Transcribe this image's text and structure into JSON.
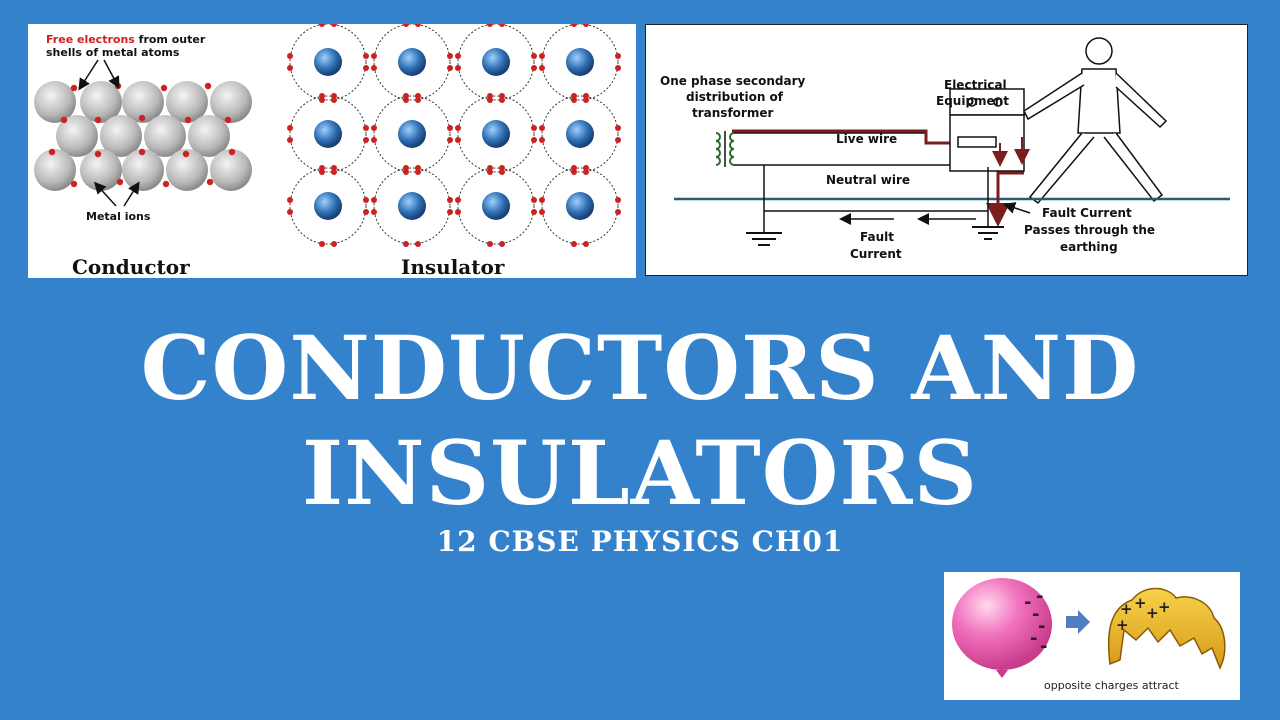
{
  "left_figure": {
    "free_electrons_red": "Free electrons",
    "free_electrons_rest": " from outer",
    "free_electrons_line2": "shells of metal atoms",
    "metal_ions": "Metal ions",
    "conductor": "Conductor",
    "insulator": "Insulator"
  },
  "right_figure": {
    "transformer_line1": "One phase secondary",
    "transformer_line2": "distribution of",
    "transformer_line3": "transformer",
    "equipment_line1": "Electrical",
    "equipment_line2": "Equipment",
    "live_wire": "Live wire",
    "neutral_wire": "Neutral wire",
    "fault_current_line1": "Fault",
    "fault_current_line2": "Current",
    "fault_earth_line1": "Fault Current",
    "fault_earth_line2": "Passes through the",
    "fault_earth_line3": "earthing"
  },
  "balloon_figure": {
    "caption": "opposite charges attract"
  },
  "title": {
    "line1": "CONDUCTORS AND",
    "line2": "INSULATORS",
    "subtitle": "12 CBSE PHYSICS CH01"
  },
  "colors": {
    "background": "#3582cc",
    "electron": "#cc2222",
    "nucleus": "#2f6fb3",
    "balloon": "#f06ab6"
  }
}
